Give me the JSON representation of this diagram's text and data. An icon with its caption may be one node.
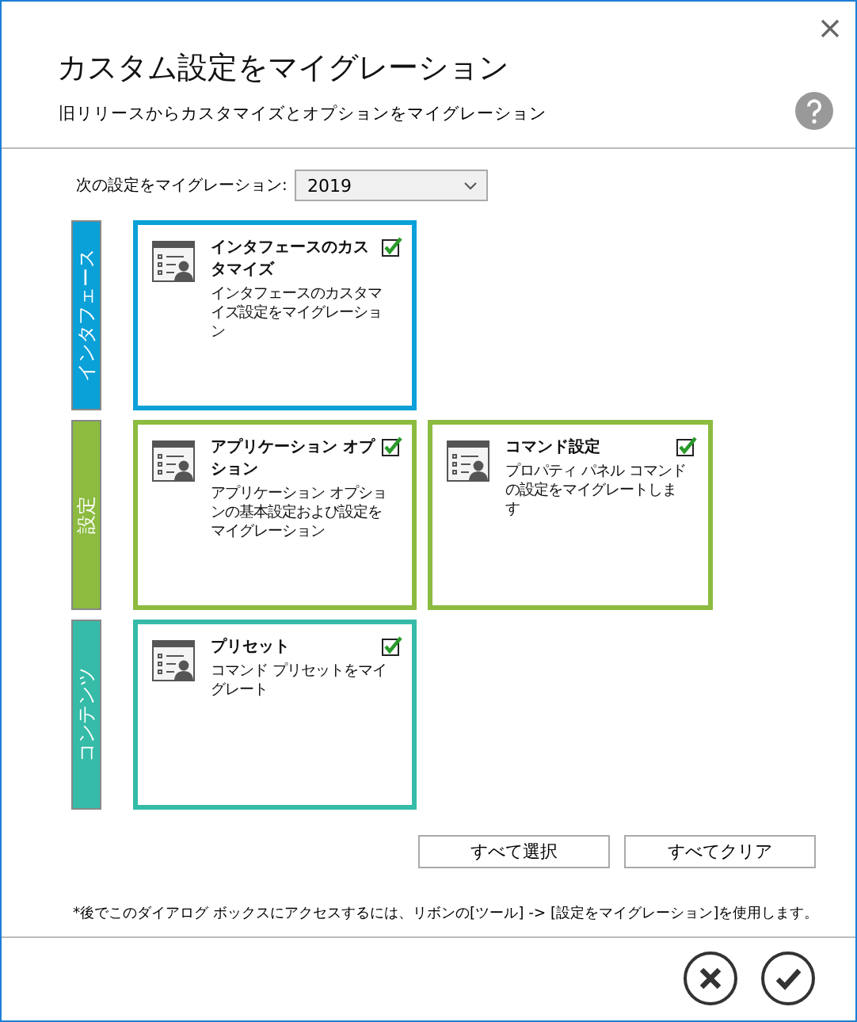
{
  "diagram": {
    "title": "カスタム設定をマイグレーション",
    "nodes": [
      {
        "text": [
          "インタフェース"
        ]
      },
      {
        "text": [
          "インタフェースのカスタマイズ",
          "インタフェースのカスタマイズ設定をマイグレーション"
        ]
      },
      {
        "text": [
          "設定"
        ]
      },
      {
        "text": [
          "アプリケーション オプション",
          "アプリケーション オプションの基本設定および設定をマイグレーション"
        ]
      },
      {
        "text": [
          "コマンド設定",
          "プロパティ パネル コマンドの設定をマイグレートします"
        ]
      },
      {
        "text": [
          "コンテンツ"
        ]
      },
      {
        "text": [
          "プリセット",
          "コマンド プリセットをマイグレート"
        ]
      }
    ],
    "labels": [
      "旧リリースからカスタマイズとオプションをマイグレーション",
      "次の設定をマイグレーション:",
      "2019",
      "すべて選択",
      "すべてクリア",
      "*後でこのダイアログ ボックスにアクセスするには、リボンの[ツール] -> [設定をマイグレーション]を使用します。"
    ]
  }
}
